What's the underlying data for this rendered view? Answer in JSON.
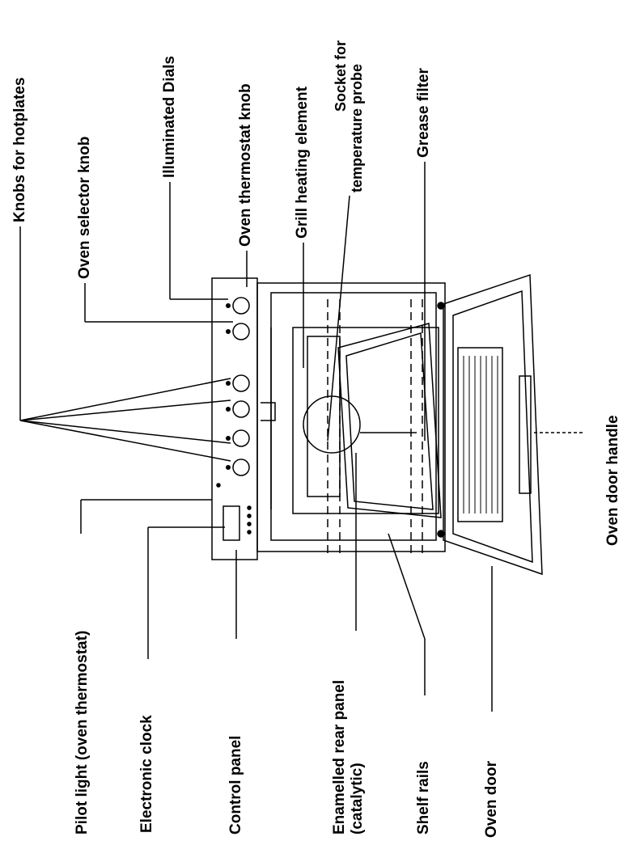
{
  "labels": {
    "knobs_hotplates": "Knobs for hotplates",
    "oven_selector_knob": "Oven selector knob",
    "illuminated_dials": "Illuminated Dials",
    "oven_thermostat_knob": "Oven thermostat  knob",
    "grill_heating_element": "Grill heating element",
    "socket_line1": "Socket for",
    "socket_line2": "temperature probe",
    "grease_filter": "Grease filter",
    "oven_door_handle": "Oven door handle",
    "pilot_light": "Pilot light (oven thermostat)",
    "electronic_clock": "Electronic clock",
    "control_panel": "Control panel",
    "rear_panel_line1": "Enamelled rear panel",
    "rear_panel_line2": "(catalytic)",
    "shelf_rails": "Shelf rails",
    "oven_door": "Oven door"
  },
  "colors": {
    "ink": "#000000",
    "background": "#ffffff"
  }
}
